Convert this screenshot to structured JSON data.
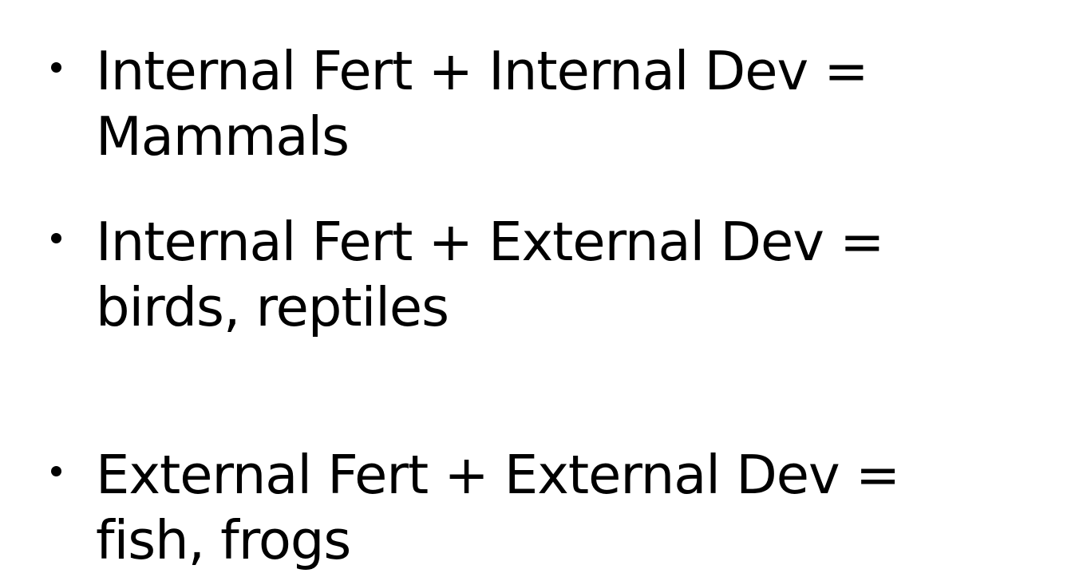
{
  "slide": {
    "bullets": [
      {
        "text": "Internal Fert + Internal Dev = Mammals"
      },
      {
        "text": "Internal Fert + External Dev = birds, reptiles"
      },
      {
        "text": "External Fert + External Dev = fish, frogs"
      }
    ]
  }
}
